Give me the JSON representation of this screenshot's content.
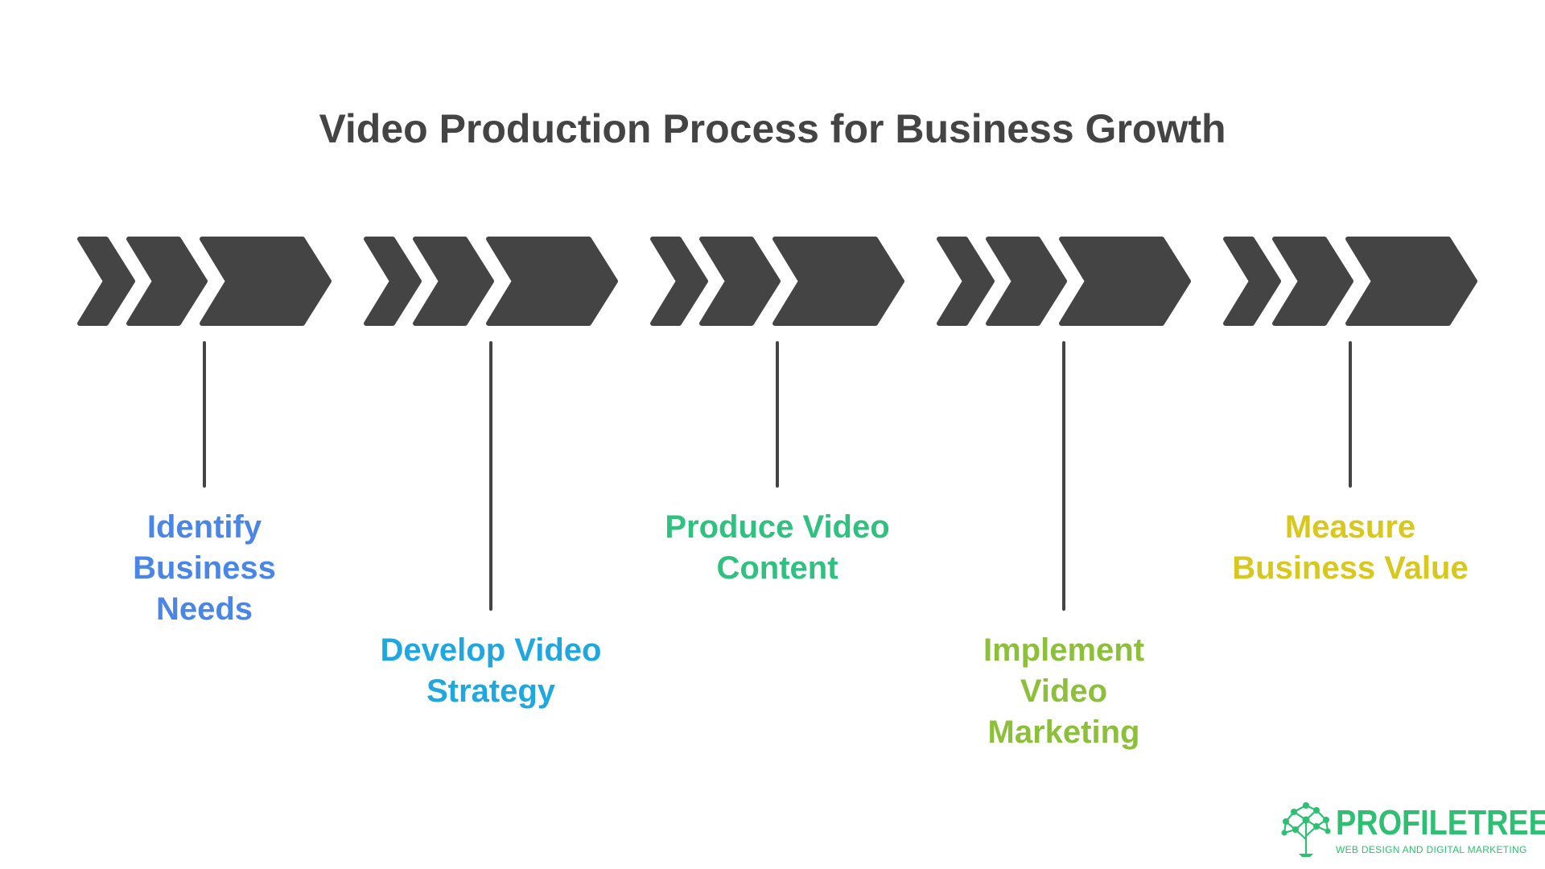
{
  "title": "Video Production Process for Business Growth",
  "steps": [
    {
      "label": "Identify Business Needs",
      "color": "#4a86e8"
    },
    {
      "label": "Develop Video Strategy",
      "color": "#1fa7e0"
    },
    {
      "label": "Produce Video Content",
      "color": "#2fc17f"
    },
    {
      "label": "Implement Video Marketing",
      "color": "#8cbf3a"
    },
    {
      "label": "Measure Business Value",
      "color": "#d8c81e"
    }
  ],
  "colors": {
    "chevron": "#444444",
    "connector": "#444444",
    "title": "#444444",
    "logo": "#2dc072"
  },
  "logo": {
    "name": "PROFILETREE",
    "tagline": "WEB DESIGN AND DIGITAL MARKETING",
    "icon": "tree-network-icon"
  }
}
